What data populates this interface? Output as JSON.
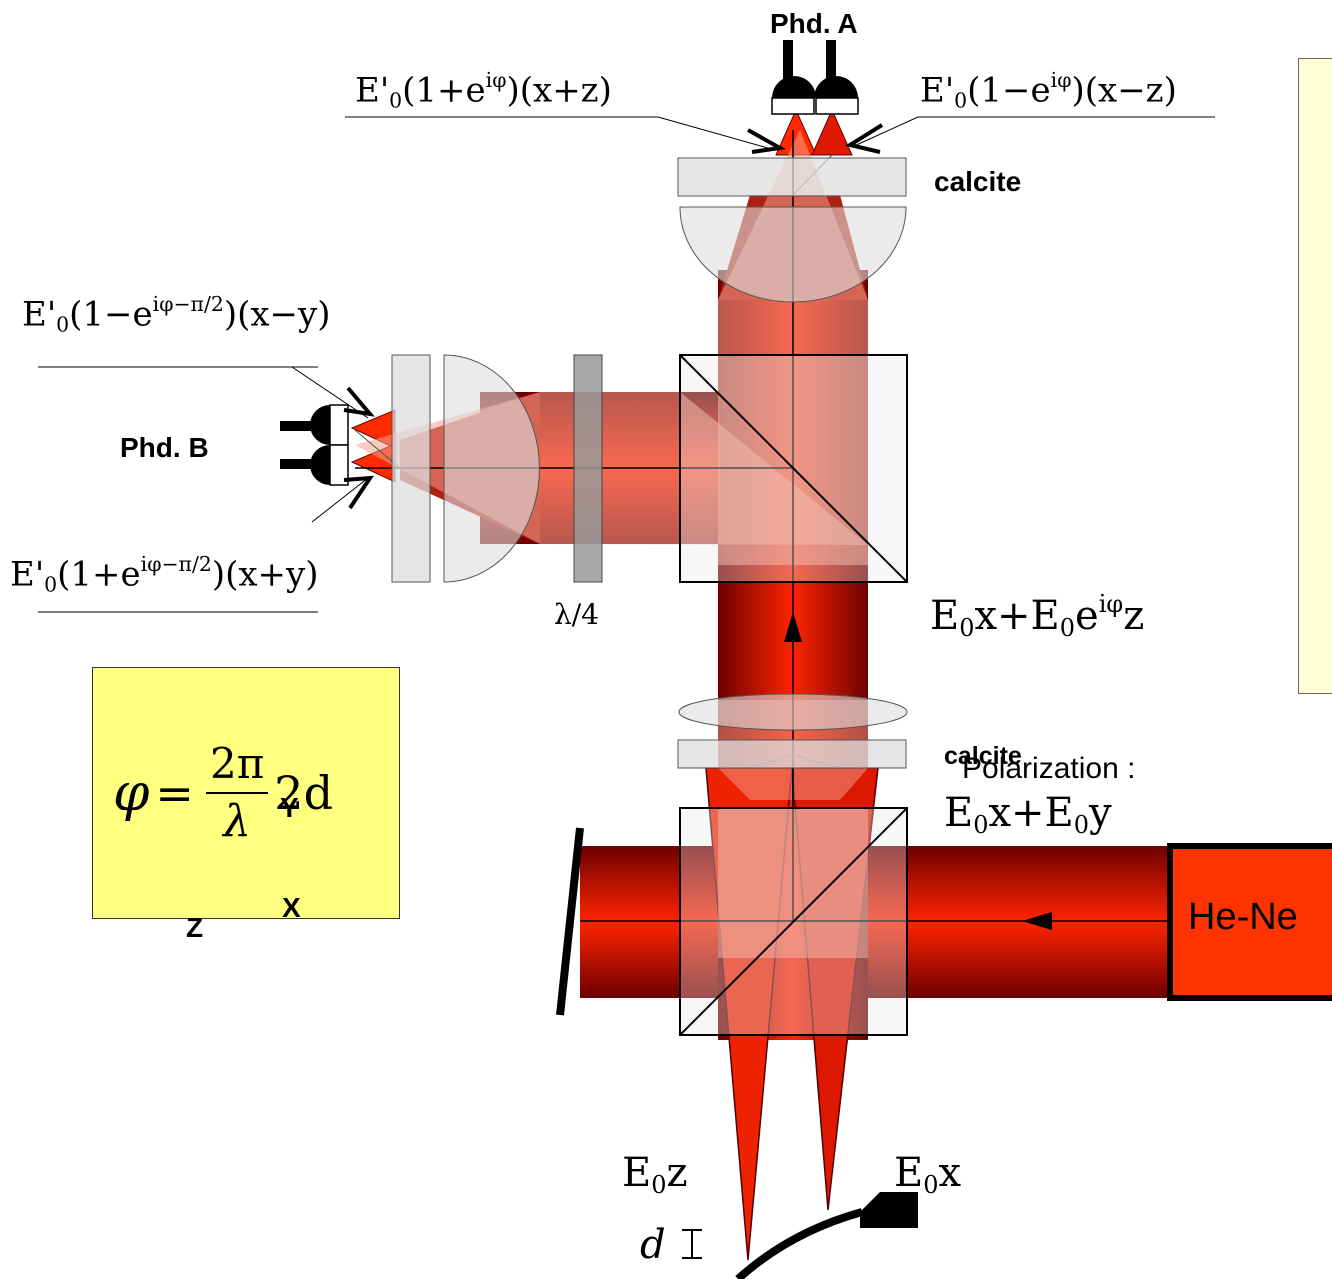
{
  "labels": {
    "phd_a": "Phd. A",
    "phd_b": "Phd. B",
    "calcite_top": "calcite",
    "calcite_bottom": "calcite",
    "quarter_wave": "λ/4",
    "polarization": "Polarization :",
    "laser": "He-Ne",
    "axis_y": "Y",
    "axis_z": "Z",
    "axis_x": "X",
    "distance": "d"
  },
  "fields": {
    "a_left": {
      "base": "E'",
      "sub": "0",
      "pre": "(1+e",
      "sup": "iφ",
      "post": ")(x+z)"
    },
    "a_right": {
      "base": "E'",
      "sub": "0",
      "pre": "(1−e",
      "sup": "iφ",
      "post": ")(x−z)"
    },
    "b_top": {
      "base": "E'",
      "sub": "0",
      "pre": "(1−e",
      "sup": "iφ−π/2",
      "post": ")(x−y)"
    },
    "b_bottom": {
      "base": "E'",
      "sub": "0",
      "pre": "(1+e",
      "sup": "iφ−π/2",
      "post": ")(x+y)"
    },
    "mid": {
      "t1": "E",
      "s1": "0",
      "t2": "x+E",
      "s2": "0",
      "t3": "e",
      "sup": "iφ",
      "t4": "z"
    },
    "pol": {
      "t1": "E",
      "s1": "0",
      "t2": "x+E",
      "s2": "0",
      "t3": "y"
    },
    "out_z": {
      "t1": "E",
      "s1": "0",
      "t2": "z"
    },
    "out_x": {
      "t1": "E",
      "s1": "0",
      "t2": "x"
    }
  },
  "formula": {
    "lhs": "φ",
    "eq": "=",
    "num": "2π",
    "den": "λ",
    "tail": "2d"
  },
  "colors": {
    "beam_dark": "#7a0000",
    "beam_bright": "#ff2200",
    "laser_fill": "#ff3300",
    "glass": "#dddddd",
    "formula_bg": "#ffff80",
    "note_bg": "#ffffd8"
  }
}
